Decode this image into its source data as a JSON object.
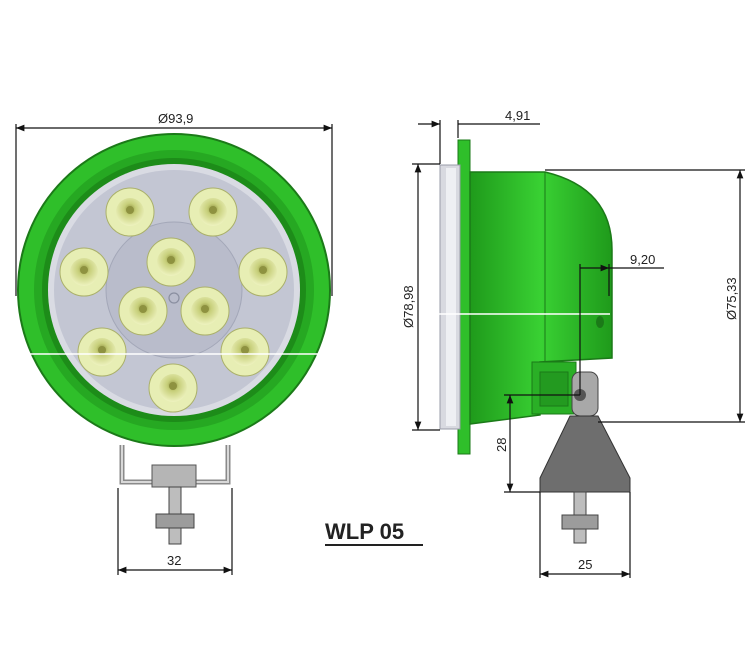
{
  "drawing": {
    "model_label": "WLP 05",
    "colors": {
      "housing": "#2fbf2a",
      "housing_dark": "#1f8c1c",
      "lens": "#c7cad6",
      "led": "#dfe7a8",
      "metal": "#9a9a9a",
      "bracket": "#707070",
      "line": "#111111"
    },
    "front_view": {
      "diameter_label": "Ø93,9",
      "bracket_width_label": "32",
      "led_count": 9
    },
    "side_view": {
      "flange_label": "4,91",
      "lens_diameter_label": "Ø78,98",
      "housing_diameter_label": "Ø75,33",
      "offset_label": "9,20",
      "height_label": "28",
      "base_width_label": "25"
    }
  }
}
